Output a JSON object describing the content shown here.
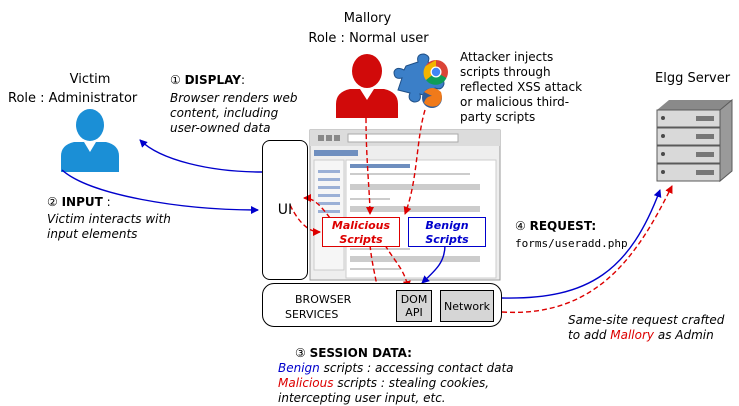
{
  "mallory": {
    "name": "Mallory",
    "role": "Role :  Normal user"
  },
  "victim": {
    "name": "Victim",
    "role": "Role :  Administrator"
  },
  "attacker_note": [
    "Attacker injects",
    "scripts through",
    "reflected XSS attack",
    "or malicious third-",
    "party scripts"
  ],
  "server": {
    "title": "Elgg Server"
  },
  "step1": {
    "num": "①",
    "title": "DISPLAY",
    "suffix": ":",
    "desc": [
      "Browser renders web",
      "content, including",
      "user-owned data"
    ]
  },
  "step2": {
    "num": "②",
    "title": "INPUT",
    "suffix": " :",
    "desc": [
      "Victim interacts with",
      "input elements"
    ]
  },
  "step3": {
    "num": "③",
    "title": "SESSION DATA:",
    "benign_word": "Benign",
    "benign_rest": " scripts : accessing contact data",
    "malicious_word": "Malicious",
    "malicious_rest": " scripts : stealing cookies,",
    "line3": "intercepting user input, etc."
  },
  "step4": {
    "num": "④",
    "title": "REQUEST:",
    "endpoint": "forms/useradd.php"
  },
  "same_site": {
    "line1": "Same-site request crafted",
    "line2_pre": "to add ",
    "line2_name": "Mallory",
    "line2_post": " as Admin"
  },
  "ui_label": "UI",
  "malicious_scripts": [
    "Malicious",
    "Scripts"
  ],
  "benign_scripts": [
    "Benign",
    "Scripts"
  ],
  "browser_services": [
    "BROWSER",
    "SERVICES"
  ],
  "dom_api": [
    "DOM",
    "API"
  ],
  "network": "Network",
  "colors": {
    "blue": "#0000cc",
    "red": "#dd0000",
    "person_red": "#d10a0a",
    "person_blue": "#1b8fd6"
  }
}
